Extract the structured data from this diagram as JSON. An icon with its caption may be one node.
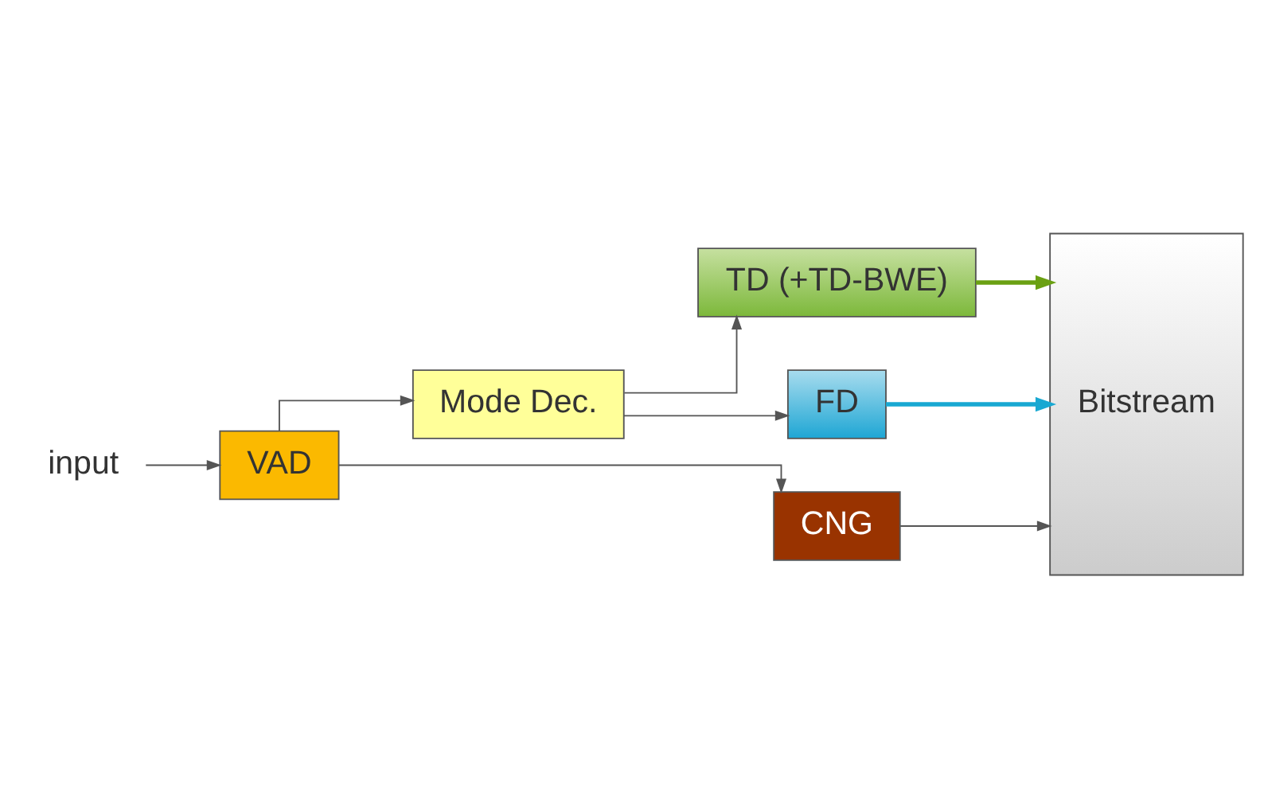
{
  "diagram": {
    "nodes": [
      {
        "text": [
          "input"
        ]
      },
      {
        "text": [
          "VAD"
        ]
      },
      {
        "text": [
          "Mode Dec."
        ]
      },
      {
        "text": [
          "TD (+TD-BWE)"
        ]
      },
      {
        "text": [
          "FD"
        ]
      },
      {
        "text": [
          "CNG"
        ]
      },
      {
        "text": [
          "Bitstream"
        ]
      }
    ],
    "edges": [
      {
        "from": 0,
        "to": 1,
        "arrow": "to"
      },
      {
        "from": 1,
        "to": 2,
        "arrow": "to"
      },
      {
        "from": 1,
        "to": 5,
        "arrow": "to"
      },
      {
        "from": 2,
        "to": 3,
        "arrow": "to"
      },
      {
        "from": 2,
        "to": 4,
        "arrow": "to"
      },
      {
        "from": 3,
        "to": 6,
        "arrow": "to",
        "style": "thick",
        "color": "#6aa012"
      },
      {
        "from": 4,
        "to": 6,
        "arrow": "to",
        "style": "thick",
        "color": "#18a8d2"
      },
      {
        "from": 5,
        "to": 6,
        "arrow": "to"
      }
    ]
  }
}
